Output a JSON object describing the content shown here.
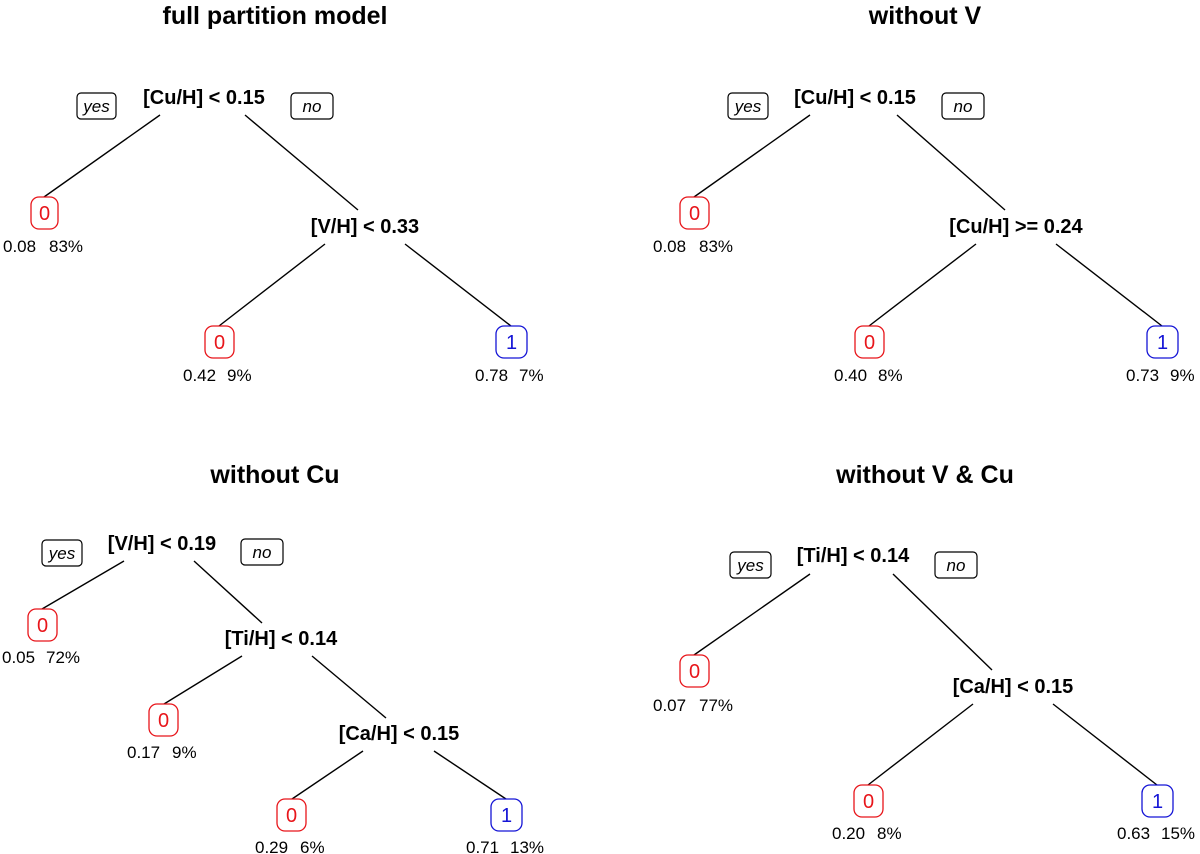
{
  "panels": [
    {
      "title": "full partition model",
      "yes_label": "yes",
      "no_label": "no",
      "splits": [
        "[Cu/H] < 0.15",
        "[V/H] < 0.33"
      ],
      "leaves": [
        {
          "class": "0",
          "prob": "0.08",
          "pct": "83%",
          "color": "#e8151a"
        },
        {
          "class": "0",
          "prob": "0.42",
          "pct": "9%",
          "color": "#e8151a"
        },
        {
          "class": "1",
          "prob": "0.78",
          "pct": "7%",
          "color": "#1515d6"
        }
      ]
    },
    {
      "title": "without V",
      "yes_label": "yes",
      "no_label": "no",
      "splits": [
        "[Cu/H] < 0.15",
        "[Cu/H] >= 0.24"
      ],
      "leaves": [
        {
          "class": "0",
          "prob": "0.08",
          "pct": "83%",
          "color": "#e8151a"
        },
        {
          "class": "0",
          "prob": "0.40",
          "pct": "8%",
          "color": "#e8151a"
        },
        {
          "class": "1",
          "prob": "0.73",
          "pct": "9%",
          "color": "#1515d6"
        }
      ]
    },
    {
      "title": "without Cu",
      "yes_label": "yes",
      "no_label": "no",
      "splits": [
        "[V/H] < 0.19",
        "[Ti/H] < 0.14",
        "[Ca/H] < 0.15"
      ],
      "leaves": [
        {
          "class": "0",
          "prob": "0.05",
          "pct": "72%",
          "color": "#e8151a"
        },
        {
          "class": "0",
          "prob": "0.17",
          "pct": "9%",
          "color": "#e8151a"
        },
        {
          "class": "0",
          "prob": "0.29",
          "pct": "6%",
          "color": "#e8151a"
        },
        {
          "class": "1",
          "prob": "0.71",
          "pct": "13%",
          "color": "#1515d6"
        }
      ]
    },
    {
      "title": "without V & Cu",
      "yes_label": "yes",
      "no_label": "no",
      "splits": [
        "[Ti/H] < 0.14",
        "[Ca/H] < 0.15"
      ],
      "leaves": [
        {
          "class": "0",
          "prob": "0.07",
          "pct": "77%",
          "color": "#e8151a"
        },
        {
          "class": "0",
          "prob": "0.20",
          "pct": "8%",
          "color": "#e8151a"
        },
        {
          "class": "1",
          "prob": "0.63",
          "pct": "15%",
          "color": "#1515d6"
        }
      ]
    }
  ]
}
